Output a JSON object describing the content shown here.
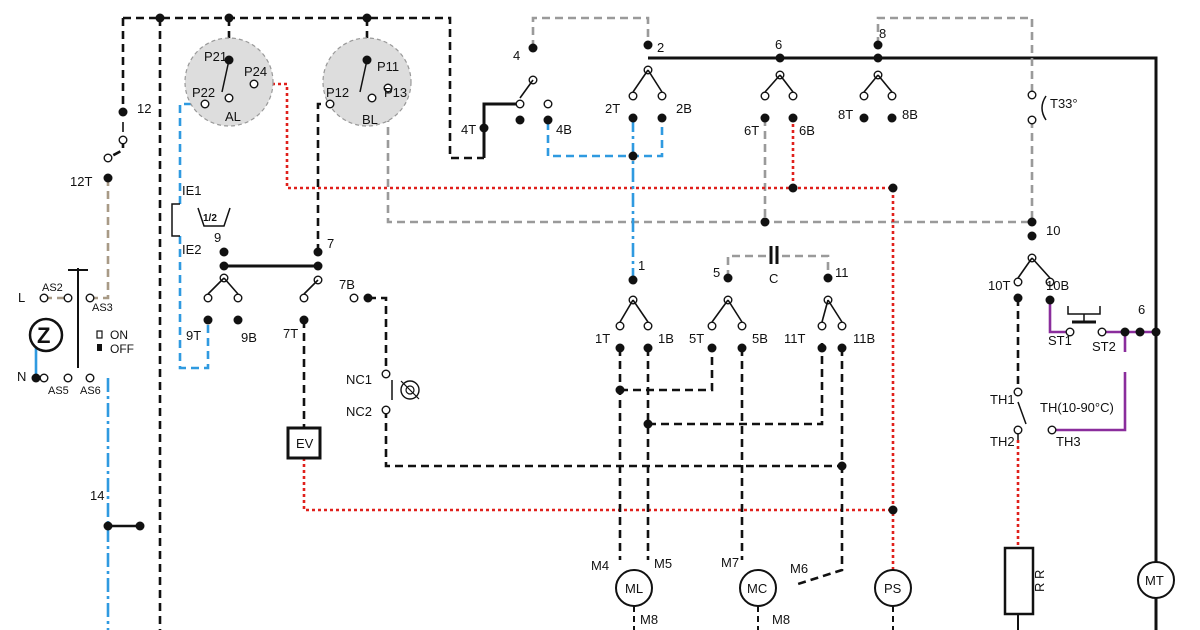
{
  "labels": {
    "t12": "12",
    "t12T": "12T",
    "L": "L",
    "N": "N",
    "AS2": "AS2",
    "AS3": "AS3",
    "AS5": "AS5",
    "AS6": "AS6",
    "on": "ON",
    "off": "OFF",
    "t14": "14",
    "P21": "P21",
    "P22": "P22",
    "P24": "P24",
    "AL": "AL",
    "P11": "P11",
    "P12": "P12",
    "P13": "P13",
    "BL": "BL",
    "IE1": "IE1",
    "IE2": "IE2",
    "half": "1/2",
    "t9": "9",
    "t9T": "9T",
    "t9B": "9B",
    "t7": "7",
    "t7T": "7T",
    "t7B": "7B",
    "NC1": "NC1",
    "NC2": "NC2",
    "EV": "EV",
    "t4": "4",
    "t4T": "4T",
    "t4B": "4B",
    "t2": "2",
    "t2T": "2T",
    "t2B": "2B",
    "t6": "6",
    "t6T": "6T",
    "t6B": "6B",
    "t8": "8",
    "t8T": "8T",
    "t8B": "8B",
    "T33": "T33°",
    "t10": "10",
    "t10T": "10T",
    "t10B": "10B",
    "t1": "1",
    "t1T": "1T",
    "t1B": "1B",
    "t5": "5",
    "t5T": "5T",
    "t5B": "5B",
    "C": "C",
    "t11": "11",
    "t11T": "11T",
    "t11B": "11B",
    "ST1": "ST1",
    "ST2": "ST2",
    "t6r": "6",
    "TH1": "TH1",
    "TH2": "TH2",
    "TH3": "TH3",
    "TH": "TH(10-90°C)",
    "M4": "M4",
    "M5": "M5",
    "M8a": "M8",
    "ML": "ML",
    "M7": "M7",
    "M6": "M6",
    "M8b": "M8",
    "MC": "MC",
    "PS": "PS",
    "RR": "R R",
    "MT": "MT"
  },
  "colors": {
    "black": "#111111",
    "gray": "#9a9a9a",
    "red": "#e0201c",
    "blue": "#2f9ae0",
    "tan": "#a89a86",
    "purple": "#8a2d9c"
  },
  "icons": [
    "motor-z-icon",
    "capacitor-icon",
    "filter-icon",
    "detergent-cup-icon",
    "heater-icon"
  ]
}
